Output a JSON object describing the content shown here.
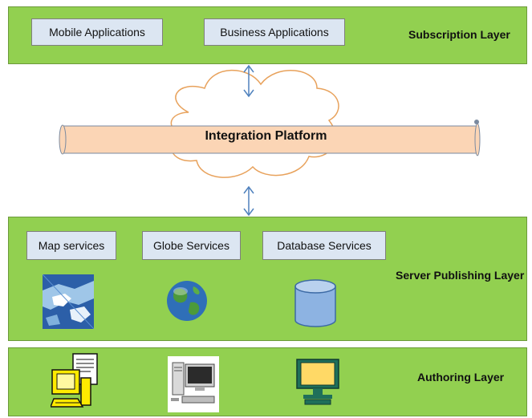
{
  "subscription_layer": {
    "label": "Subscription Layer",
    "items": [
      "Mobile Applications",
      "Business Applications"
    ]
  },
  "integration": {
    "label": "Integration Platform"
  },
  "server_layer": {
    "label": "Server Publishing Layer",
    "items": [
      "Map services",
      "Globe Services",
      "Database Services"
    ],
    "icons": [
      "map-image-icon",
      "globe-icon",
      "database-icon"
    ]
  },
  "authoring_layer": {
    "label": "Authoring Layer",
    "icons": [
      "workstation-icon",
      "desktop-computer-icon",
      "monitor-icon"
    ]
  },
  "colors": {
    "layer_fill": "#92d050",
    "box_fill": "#dce6f2",
    "platform_fill": "#fbd5b5",
    "cloud_stroke": "#e8a25c",
    "arrow": "#4f81bd"
  }
}
